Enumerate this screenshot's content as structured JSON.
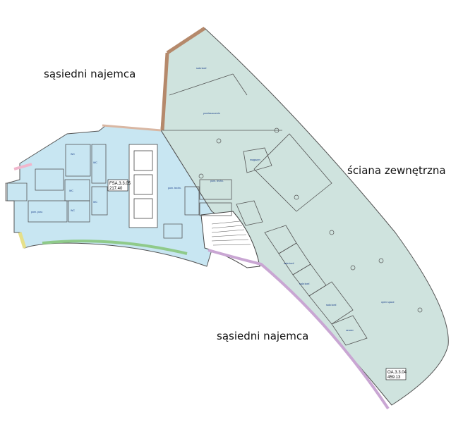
{
  "labels": {
    "neighbor_top": "sąsiedni najemca",
    "neighbor_bottom": "sąsiedni najemca",
    "exterior_wall": "ściana zewnętrzna"
  },
  "unit_left": {
    "code": "FSA.3.3.05",
    "area": "217.40"
  },
  "unit_right": {
    "code": "OA.3.3.04",
    "area": "459.13"
  },
  "colors": {
    "left_fill": "#c8e6f2",
    "right_fill": "#cfe3de",
    "wall_brown": "#b5896b",
    "wall_purple": "#c9a6d3",
    "wall_green": "#8fca8a",
    "wall_pink": "#f0b6cc",
    "wall_yellow": "#e6e08a"
  },
  "room_labels": [
    "sala konf.",
    "pom. techn.",
    "pomieszczenie",
    "open space",
    "sala konf.",
    "sala konf.",
    "sala konf.",
    "pom. techn.",
    "WC",
    "WC",
    "WC",
    "WC",
    "WC",
    "magazyn",
    "serwer",
    "pom. porz."
  ]
}
